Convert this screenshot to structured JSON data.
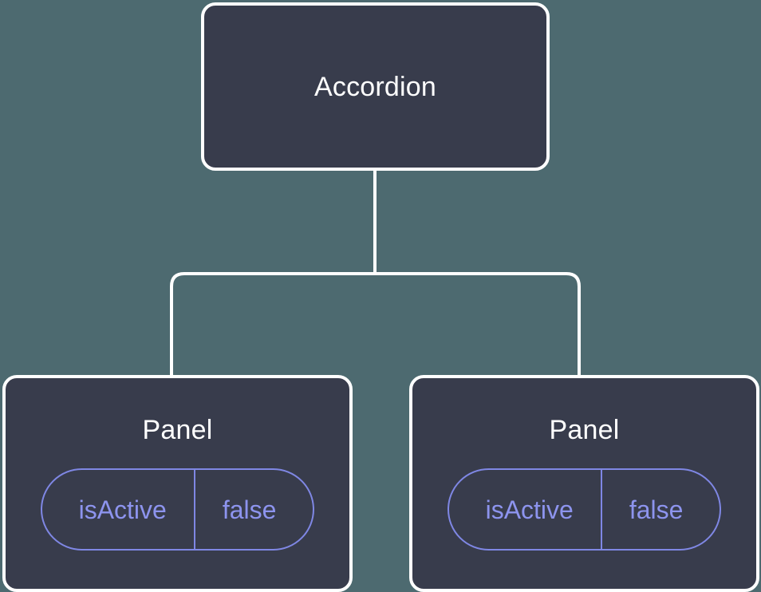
{
  "diagram": {
    "kind": "component-tree",
    "background_color": "#4d6a70",
    "node_fill_color": "#383c4c",
    "node_border_color": "#ffffff",
    "edge_color": "#ffffff",
    "prop_accent_color": "#8d94ee",
    "root": {
      "label": "Accordion"
    },
    "children": [
      {
        "label": "Panel",
        "props": [
          {
            "key": "isActive",
            "value": "false"
          }
        ]
      },
      {
        "label": "Panel",
        "props": [
          {
            "key": "isActive",
            "value": "false"
          }
        ]
      }
    ]
  }
}
